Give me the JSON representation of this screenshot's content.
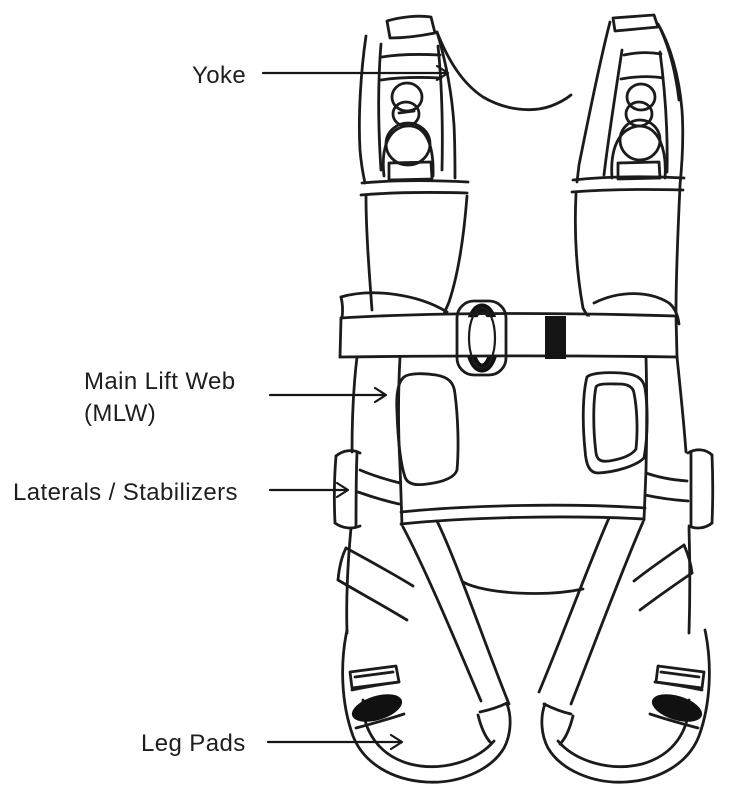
{
  "figure": {
    "type": "labeled-line-diagram",
    "background_color": "#ffffff",
    "ink_color": "#1b1b1b",
    "labels": {
      "yoke": "Yoke",
      "main_lift_web_line1": "Main Lift Web",
      "main_lift_web_line2": "(MLW)",
      "laterals": "Laterals / Stabilizers",
      "leg_pads": "Leg Pads"
    }
  }
}
